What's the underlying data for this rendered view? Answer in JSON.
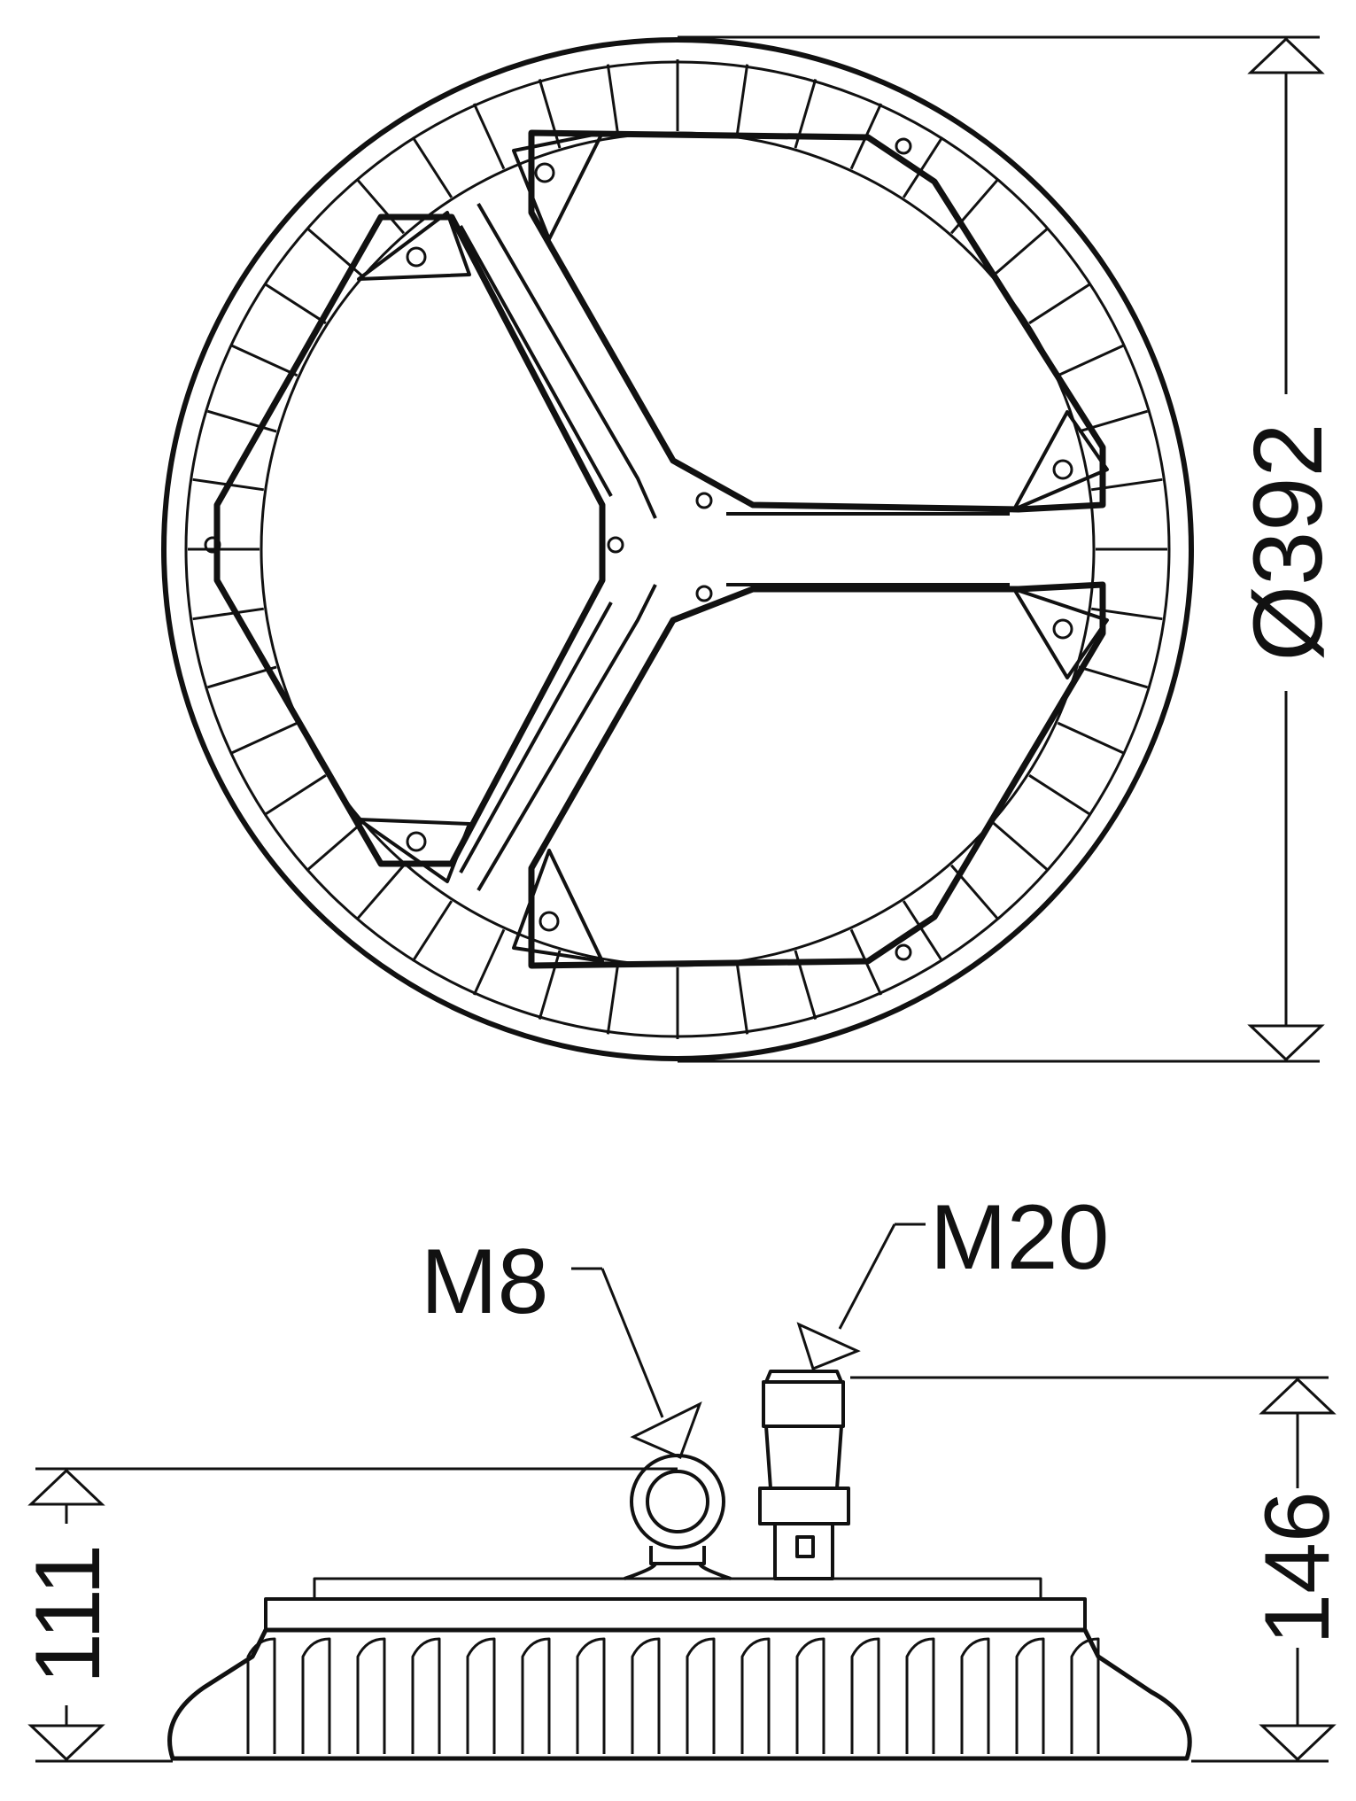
{
  "dimensions": {
    "diameter": "Ø392",
    "height_total": "146",
    "height_body": "111"
  },
  "callouts": {
    "eye_bolt": "M8",
    "cable_gland": "M20"
  },
  "colors": {
    "line": "#111111",
    "background": "#ffffff"
  }
}
